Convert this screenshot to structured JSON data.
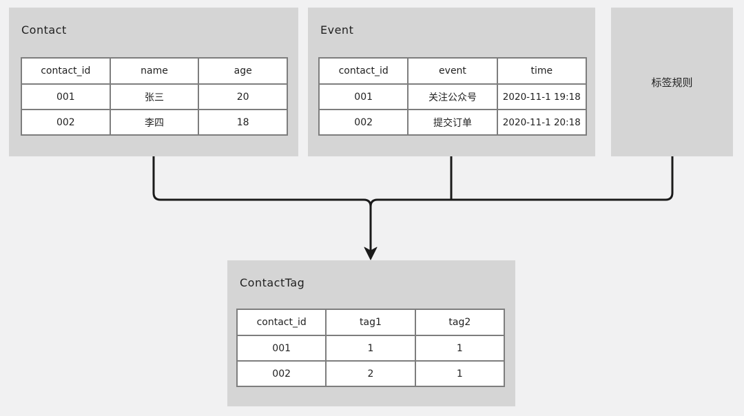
{
  "colors": {
    "background": "#f1f1f2",
    "box_fill": "#d5d5d5",
    "table_cell_fill": "#ffffff",
    "table_border": "#7d7d7d",
    "connector_line": "#1a1a1a",
    "text": "#1f1f1f"
  },
  "boxes": {
    "contact": {
      "title": "Contact",
      "table": {
        "headers": [
          "contact_id",
          "name",
          "age"
        ],
        "rows": [
          [
            "001",
            "张三",
            "20"
          ],
          [
            "002",
            "李四",
            "18"
          ]
        ]
      }
    },
    "event": {
      "title": "Event",
      "table": {
        "headers": [
          "contact_id",
          "event",
          "time"
        ],
        "rows": [
          [
            "001",
            "关注公众号",
            "2020-11-1 19:18"
          ],
          [
            "002",
            "提交订单",
            "2020-11-1 20:18"
          ]
        ]
      }
    },
    "tag_rule": {
      "label": "标签规则"
    },
    "contact_tag": {
      "title": "ContactTag",
      "table": {
        "headers": [
          "contact_id",
          "tag1",
          "tag2"
        ],
        "rows": [
          [
            "001",
            "1",
            "1"
          ],
          [
            "002",
            "2",
            "1"
          ]
        ]
      }
    }
  }
}
